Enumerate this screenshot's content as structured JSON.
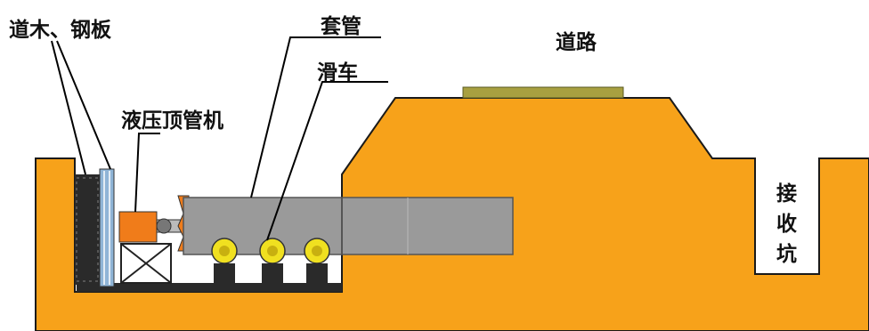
{
  "labels": {
    "timber_steel_plate": "道木、钢板",
    "casing": "套管",
    "road": "道路",
    "trolley": "滑车",
    "hydraulic_jack": "液压顶管机",
    "receiving_pit_1": "接",
    "receiving_pit_2": "收",
    "receiving_pit_3": "坑"
  },
  "colors": {
    "ground": "#f7a21a",
    "road_surface": "#a8a040",
    "casing_pipe": "#9a9a9a",
    "timber": "#2a2a2a",
    "steel_plate": "#8fb4d6",
    "jack_cylinder": "#f07c1a",
    "trolley_wheel": "#f0e020",
    "leader_line": "#000000"
  }
}
